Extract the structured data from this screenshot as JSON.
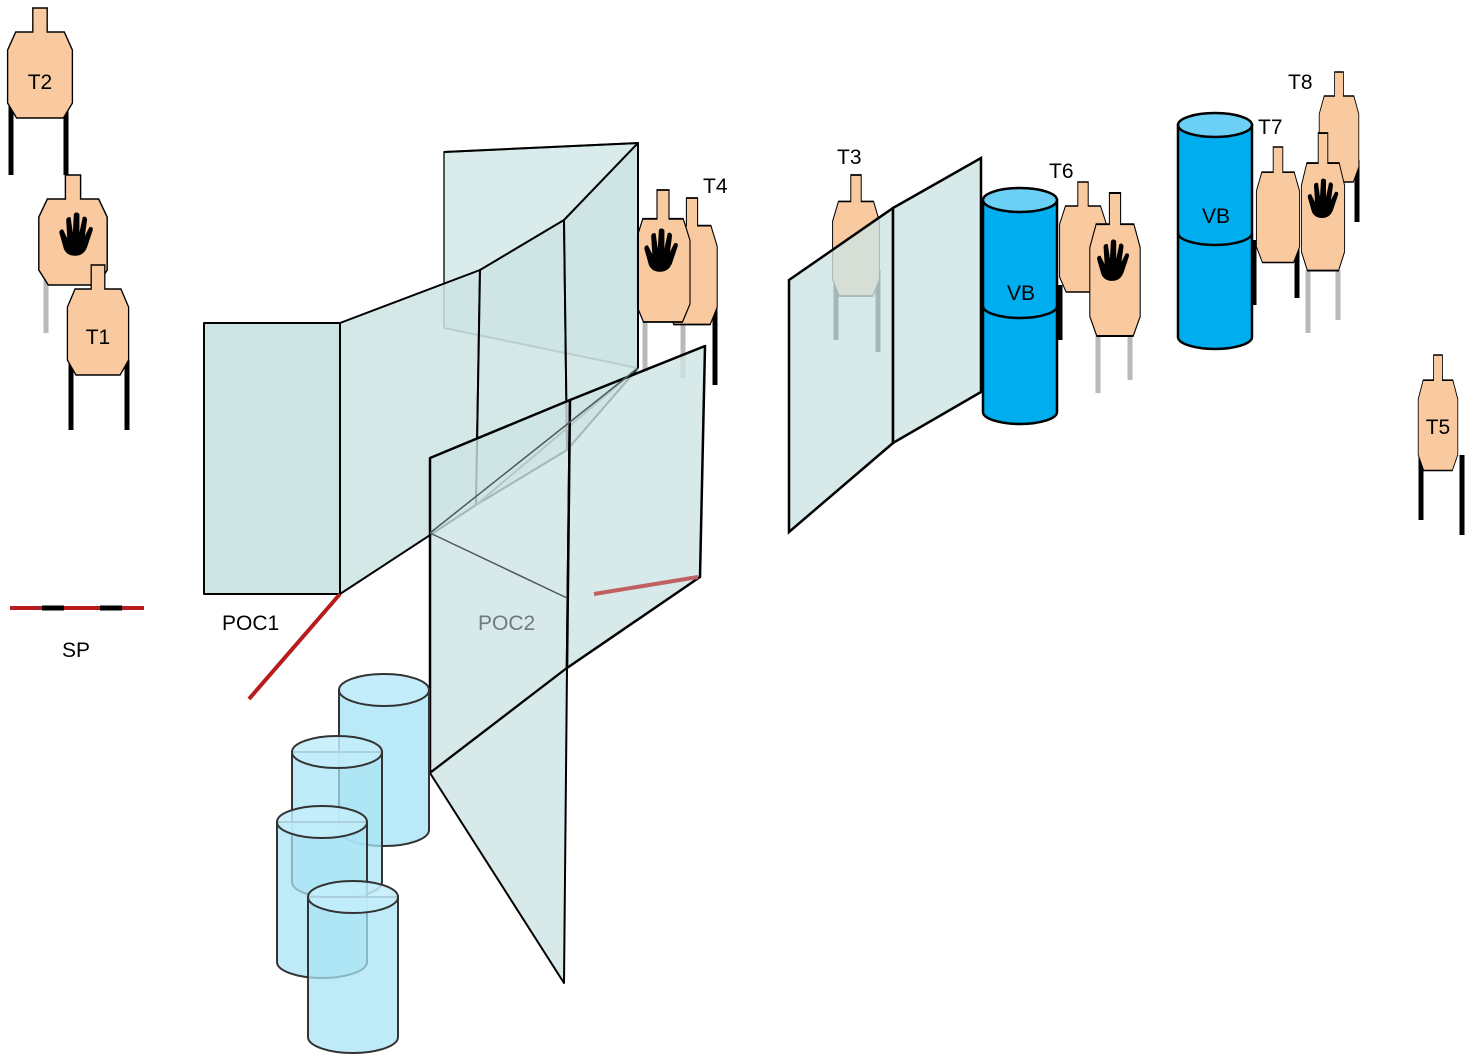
{
  "labels": {
    "t1": "T1",
    "t2": "T2",
    "t3": "T3",
    "t4": "T4",
    "t5": "T5",
    "t6": "T6",
    "t7": "T7",
    "t8": "T8",
    "vb_left": "VB",
    "vb_right": "VB",
    "poc1": "POC1",
    "poc2": "POC2",
    "sp": "SP"
  },
  "colors": {
    "target_fill": "#f9c9a0",
    "wall_fill": "#cde4e4",
    "barrel_fill": "#00aeef",
    "drum_fill": "#a9e4f6",
    "fault_line": "#b71c1c"
  },
  "icons": {
    "no_shoot": "hand-icon"
  }
}
